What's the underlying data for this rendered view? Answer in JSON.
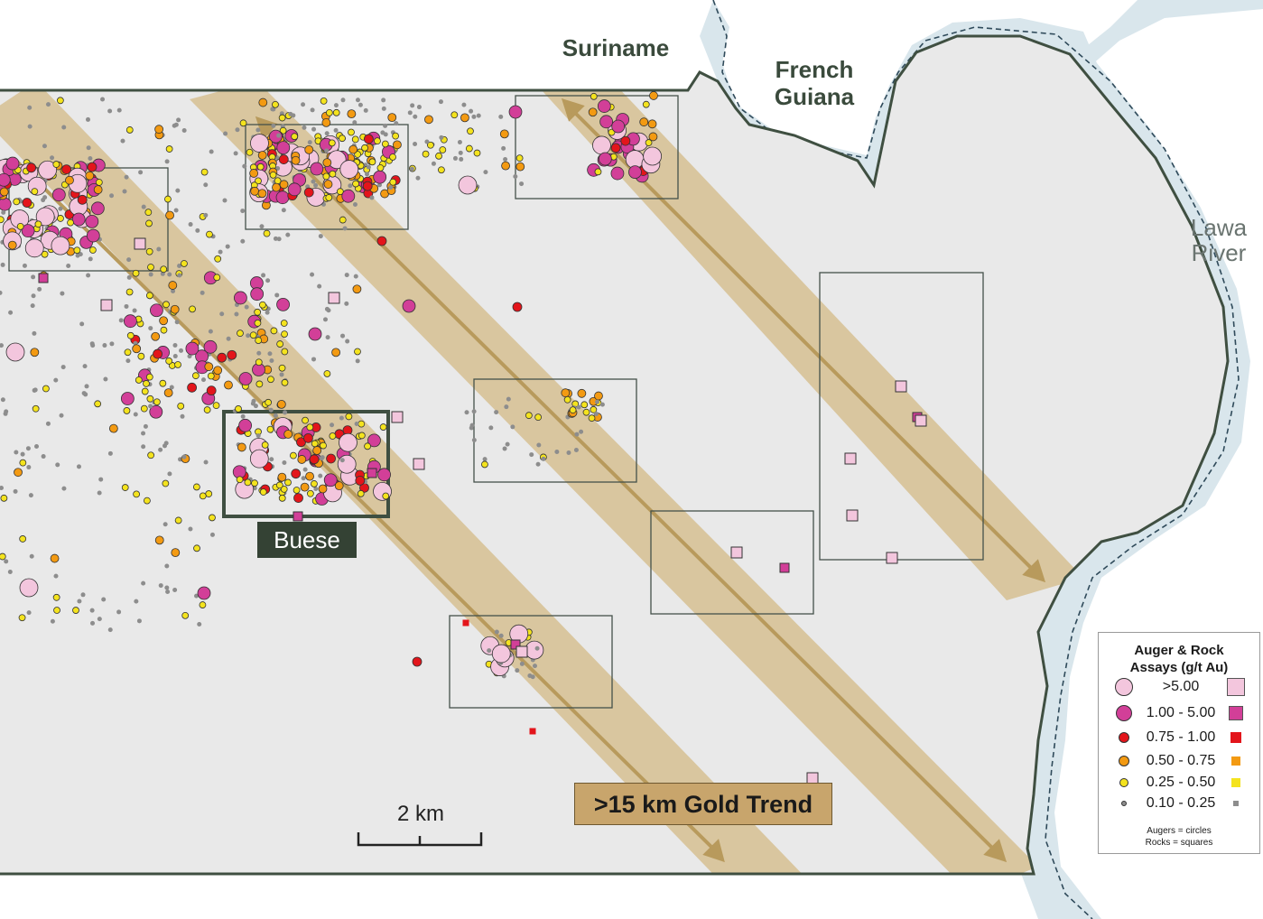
{
  "labels": {
    "country_suriname": "Suriname",
    "country_french_guiana_line1": "French",
    "country_french_guiana_line2": "Guiana",
    "river_line1": "Lawa",
    "river_line2": "River",
    "prospect": "Buese",
    "trend": ">15 km Gold Trend",
    "scale": "2 km"
  },
  "legend": {
    "title_line1": "Auger & Rock",
    "title_line2": "Assays (g/t Au)",
    "rows": [
      {
        "label": ">5.00",
        "color": "#f3c6dd"
      },
      {
        "label": "1.00 - 5.00",
        "color": "#d23f98"
      },
      {
        "label": "0.75 - 1.00",
        "color": "#e3151b"
      },
      {
        "label": "0.50 - 0.75",
        "color": "#f39a12"
      },
      {
        "label": "0.25 - 0.50",
        "color": "#f4e31e"
      },
      {
        "label": "0.10 - 0.25",
        "color": "#8d8d8d"
      }
    ],
    "note_line1": "Augers = circles",
    "note_line2": "Rocks = squares"
  },
  "colors": {
    "land": "#e9e9e9",
    "outside": "#ffffff",
    "river": "#d9e6ec",
    "border": "#3f4f41",
    "trend_band": "#d4bd8c",
    "trend_arrow": "#b89a5c"
  }
}
